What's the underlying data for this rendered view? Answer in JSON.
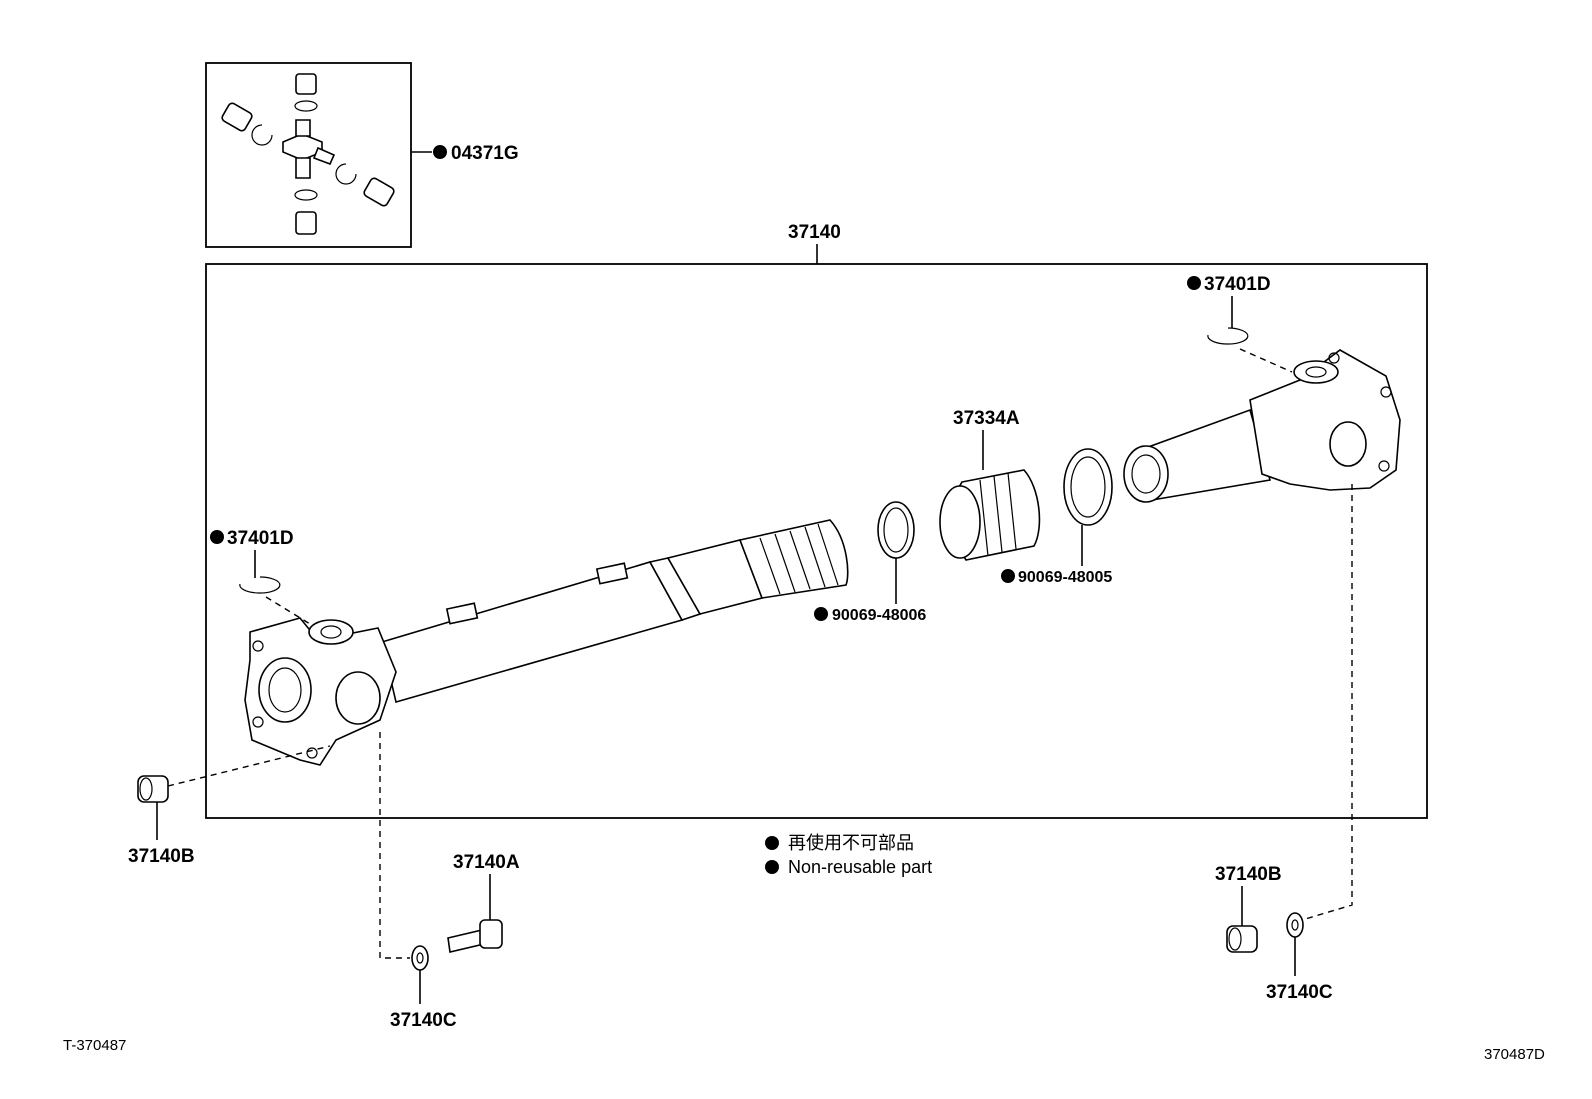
{
  "diagram": {
    "inset_part": "04371G",
    "assembly": "37140",
    "parts": {
      "snap_ring_rear": "37401D",
      "snap_ring_front": "37401D",
      "boot": "37334A",
      "clamp_small": "90069-48006",
      "clamp_large": "90069-48005",
      "bushing_left": "37140B",
      "bushing_right": "37140B",
      "bolt": "37140A",
      "washer_left": "37140C",
      "washer_right": "37140C"
    },
    "legend": {
      "jp": "再使用不可部品",
      "en": "Non-reusable part"
    },
    "illustration_code": "T-370487",
    "figure_code": "370487D"
  }
}
